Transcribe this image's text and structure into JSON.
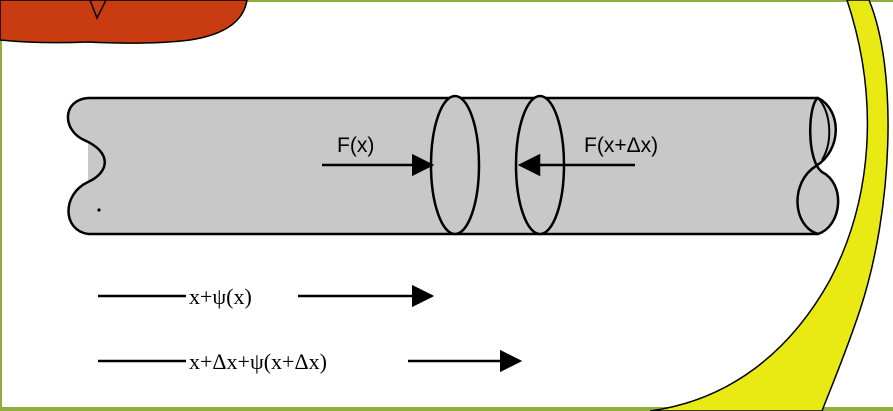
{
  "labels": {
    "force_left": "F(x)",
    "force_right": "F(x+Δx)",
    "displacement_top": "x+ψ(x)",
    "displacement_bottom": "x+Δx+ψ(x+Δx)"
  },
  "colors": {
    "background": "#ffffff",
    "frame_green": "#8faf3c",
    "callout_red": "#c93c11",
    "callout_yellow": "#e9e914",
    "cylinder_fill": "#c8c8c8",
    "ink": "#000000"
  }
}
